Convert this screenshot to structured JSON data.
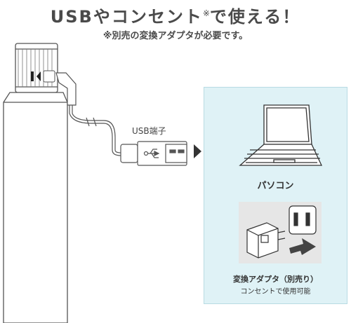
{
  "headline": {
    "text": "USBやコンセント",
    "mark": "※",
    "suffix": "で使える！"
  },
  "note": "※別売の変換アダプタが必要です。",
  "usb_label": "USB端子",
  "pc_label": "パソコン",
  "adapter_caption_1": "変換アダプタ（別売り）",
  "adapter_caption_2": "コンセントで使用可能",
  "colors": {
    "panel_bg": "#dff2f6",
    "panel_border": "#b8dbe3",
    "arrow": "#333333"
  }
}
